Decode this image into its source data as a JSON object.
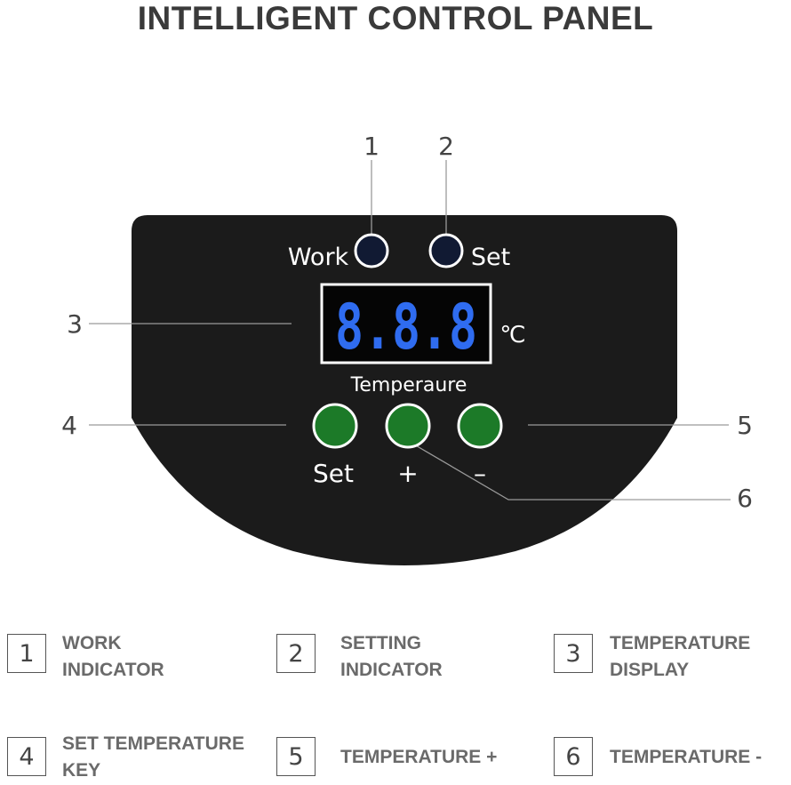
{
  "title": "INTELLIGENT CONTROL PANEL",
  "panel": {
    "work_label": "Work",
    "set_indicator_label": "Set",
    "display_digits": "8.8.8",
    "unit": "℃",
    "display_label": "Temperaure",
    "set_key_label": "Set",
    "plus_label": "+",
    "minus_label": "–"
  },
  "callouts": [
    "1",
    "2",
    "3",
    "4",
    "5",
    "6"
  ],
  "legend": [
    {
      "num": "1",
      "line1": "WORK",
      "line2": "INDICATOR"
    },
    {
      "num": "2",
      "line1": "SETTING",
      "line2": "INDICATOR"
    },
    {
      "num": "3",
      "line1": "TEMPERATURE",
      "line2": "DISPLAY"
    },
    {
      "num": "4",
      "line1": "SET TEMPERATURE",
      "line2": "KEY"
    },
    {
      "num": "5",
      "line1": "TEMPERATURE +",
      "line2": ""
    },
    {
      "num": "6",
      "line1": "TEMPERATURE -",
      "line2": ""
    }
  ],
  "colors": {
    "panel": "#1b1b1b",
    "indicator_fill": "#111a33",
    "button": "#1c7a28",
    "digits": "#2f6cf0",
    "leader": "#9a9a9a"
  }
}
